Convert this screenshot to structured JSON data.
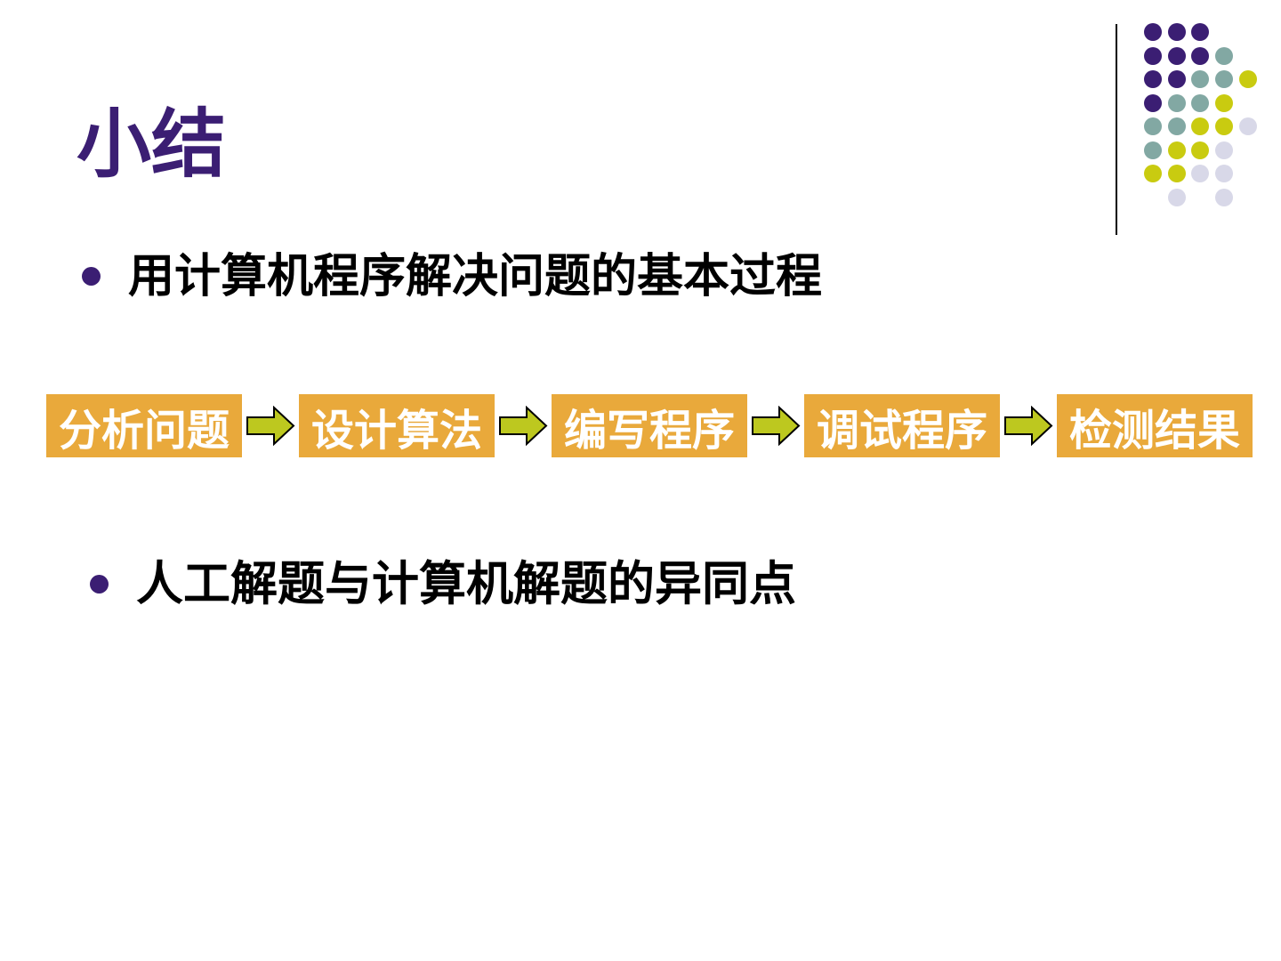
{
  "slide": {
    "title": "小结",
    "title_color": "#3B1E73",
    "background": "#FFFFFF",
    "bullet_color": "#3B1E73",
    "text_color": "#000000",
    "bullets": [
      {
        "text": "用计算机程序解决问题的基本过程"
      },
      {
        "text": "人工解题与计算机解题的异同点"
      }
    ]
  },
  "flow": {
    "steps": [
      {
        "label": "分析问题"
      },
      {
        "label": "设计算法"
      },
      {
        "label": "编写程序"
      },
      {
        "label": "调试程序"
      },
      {
        "label": "检测结果"
      }
    ],
    "box_color": "#E9A93B",
    "box_text_color": "#FFFFFF",
    "arrow_fill": "#BDC81F",
    "arrow_outline": "#000000"
  },
  "decor": {
    "line_color": "#000000",
    "dot_colors": {
      "P": "#3B1E73",
      "T": "#82A8A3",
      "Y": "#C9CB10",
      "L": "#D8D8E8"
    },
    "dot_pattern": [
      [
        "P",
        "P",
        "P",
        "",
        ""
      ],
      [
        "P",
        "P",
        "P",
        "T",
        ""
      ],
      [
        "P",
        "P",
        "T",
        "T",
        "Y"
      ],
      [
        "P",
        "T",
        "T",
        "Y",
        ""
      ],
      [
        "T",
        "T",
        "Y",
        "Y",
        "L"
      ],
      [
        "T",
        "Y",
        "Y",
        "L",
        ""
      ],
      [
        "Y",
        "Y",
        "L",
        "L",
        ""
      ],
      [
        "",
        "L",
        "",
        "L",
        ""
      ]
    ]
  }
}
